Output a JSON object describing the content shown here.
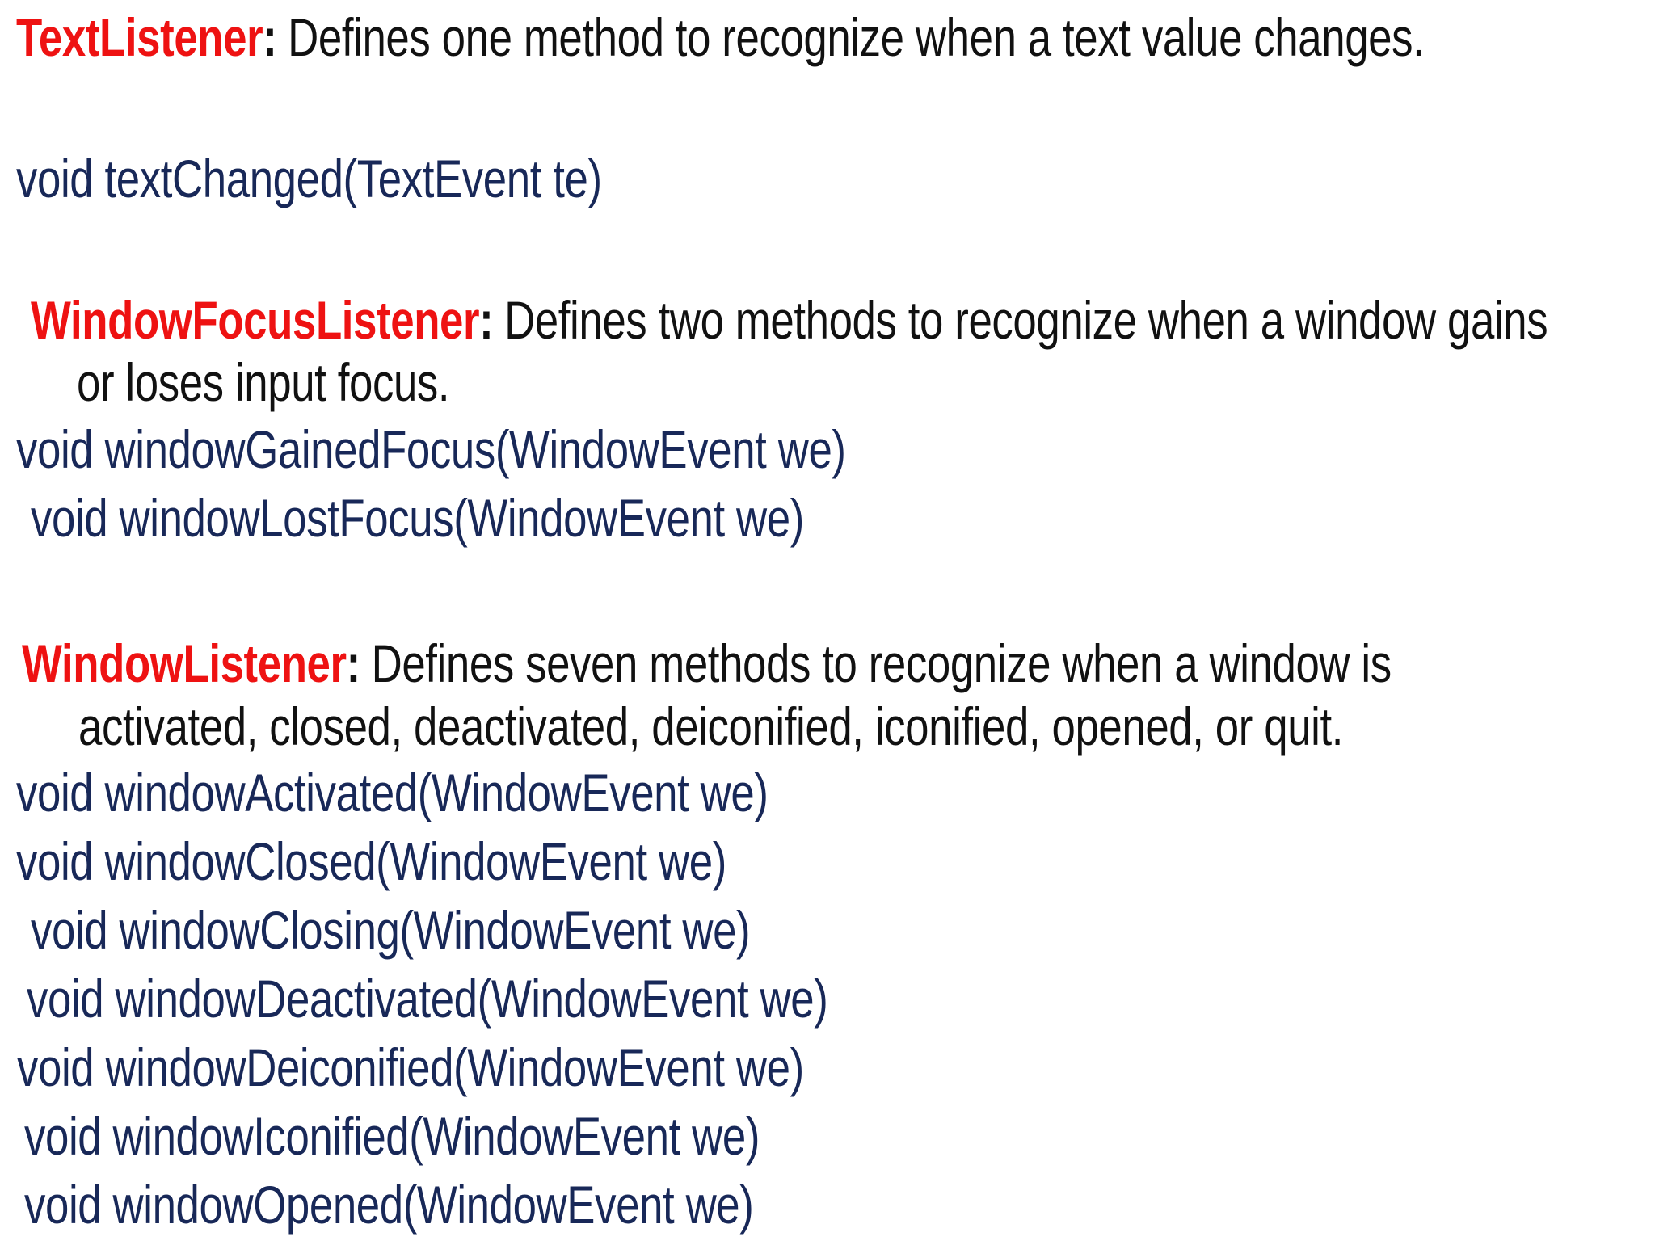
{
  "page": {
    "background": "#ffffff"
  },
  "colors": {
    "listener_name_red": "#ee1212",
    "description_black": "#111111",
    "method_navy": "#182858"
  },
  "sections": [
    {
      "name": "TextListener",
      "colon": ":",
      "description": "Defines one method to recognize when a text value changes.",
      "description_lines": [
        "Defines one method to recognize when a text value changes."
      ],
      "methods": [
        "void textChanged(TextEvent te)"
      ]
    },
    {
      "name": "WindowFocusListener",
      "colon": ":",
      "description": "Defines two methods to recognize when a window gains or loses input focus.",
      "description_lines": [
        "Defines two methods to recognize when a window gains",
        "or loses input focus."
      ],
      "methods": [
        "void windowGainedFocus(WindowEvent we)",
        "void windowLostFocus(WindowEvent we)"
      ]
    },
    {
      "name": "WindowListener",
      "colon": ":",
      "description": "Defines seven methods to recognize when a window is activated, closed, deactivated, deiconified, iconified, opened, or quit.",
      "description_lines": [
        "Defines seven methods to recognize when a window is",
        "activated, closed, deactivated, deiconified, iconified, opened, or quit."
      ],
      "methods": [
        "void windowActivated(WindowEvent we)",
        "void windowClosed(WindowEvent we)",
        "void windowClosing(WindowEvent we)",
        "void windowDeactivated(WindowEvent we)",
        "void windowDeiconified(WindowEvent we)",
        "void windowIconified(WindowEvent we)",
        "void windowOpened(WindowEvent we)"
      ]
    }
  ]
}
